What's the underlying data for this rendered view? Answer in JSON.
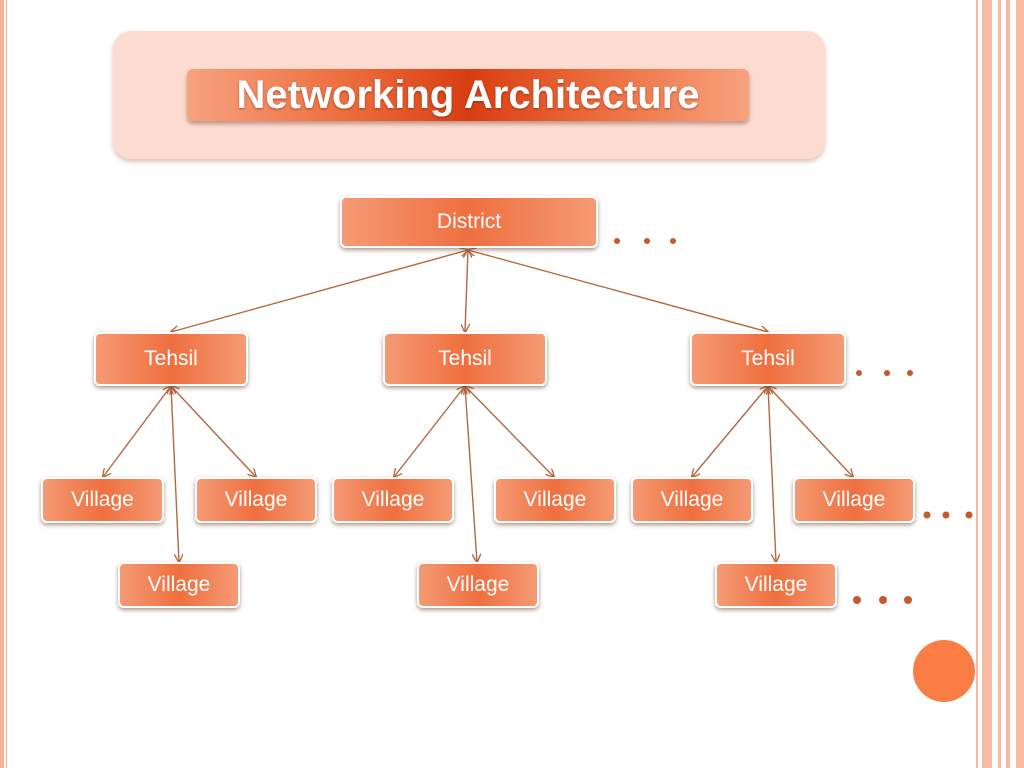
{
  "slide": {
    "title": "Networking Architecture"
  },
  "diagram": {
    "district": "District",
    "tehsils": [
      "Tehsil",
      "Tehsil",
      "Tehsil"
    ],
    "villages": [
      "Village",
      "Village",
      "Village",
      "Village",
      "Village",
      "Village",
      "Village",
      "Village",
      "Village"
    ],
    "ellipsis_color": "#c55a2c",
    "line_color": "#b5683f",
    "node_color": "#ef6f3f",
    "accent_color": "#fa7d46"
  }
}
